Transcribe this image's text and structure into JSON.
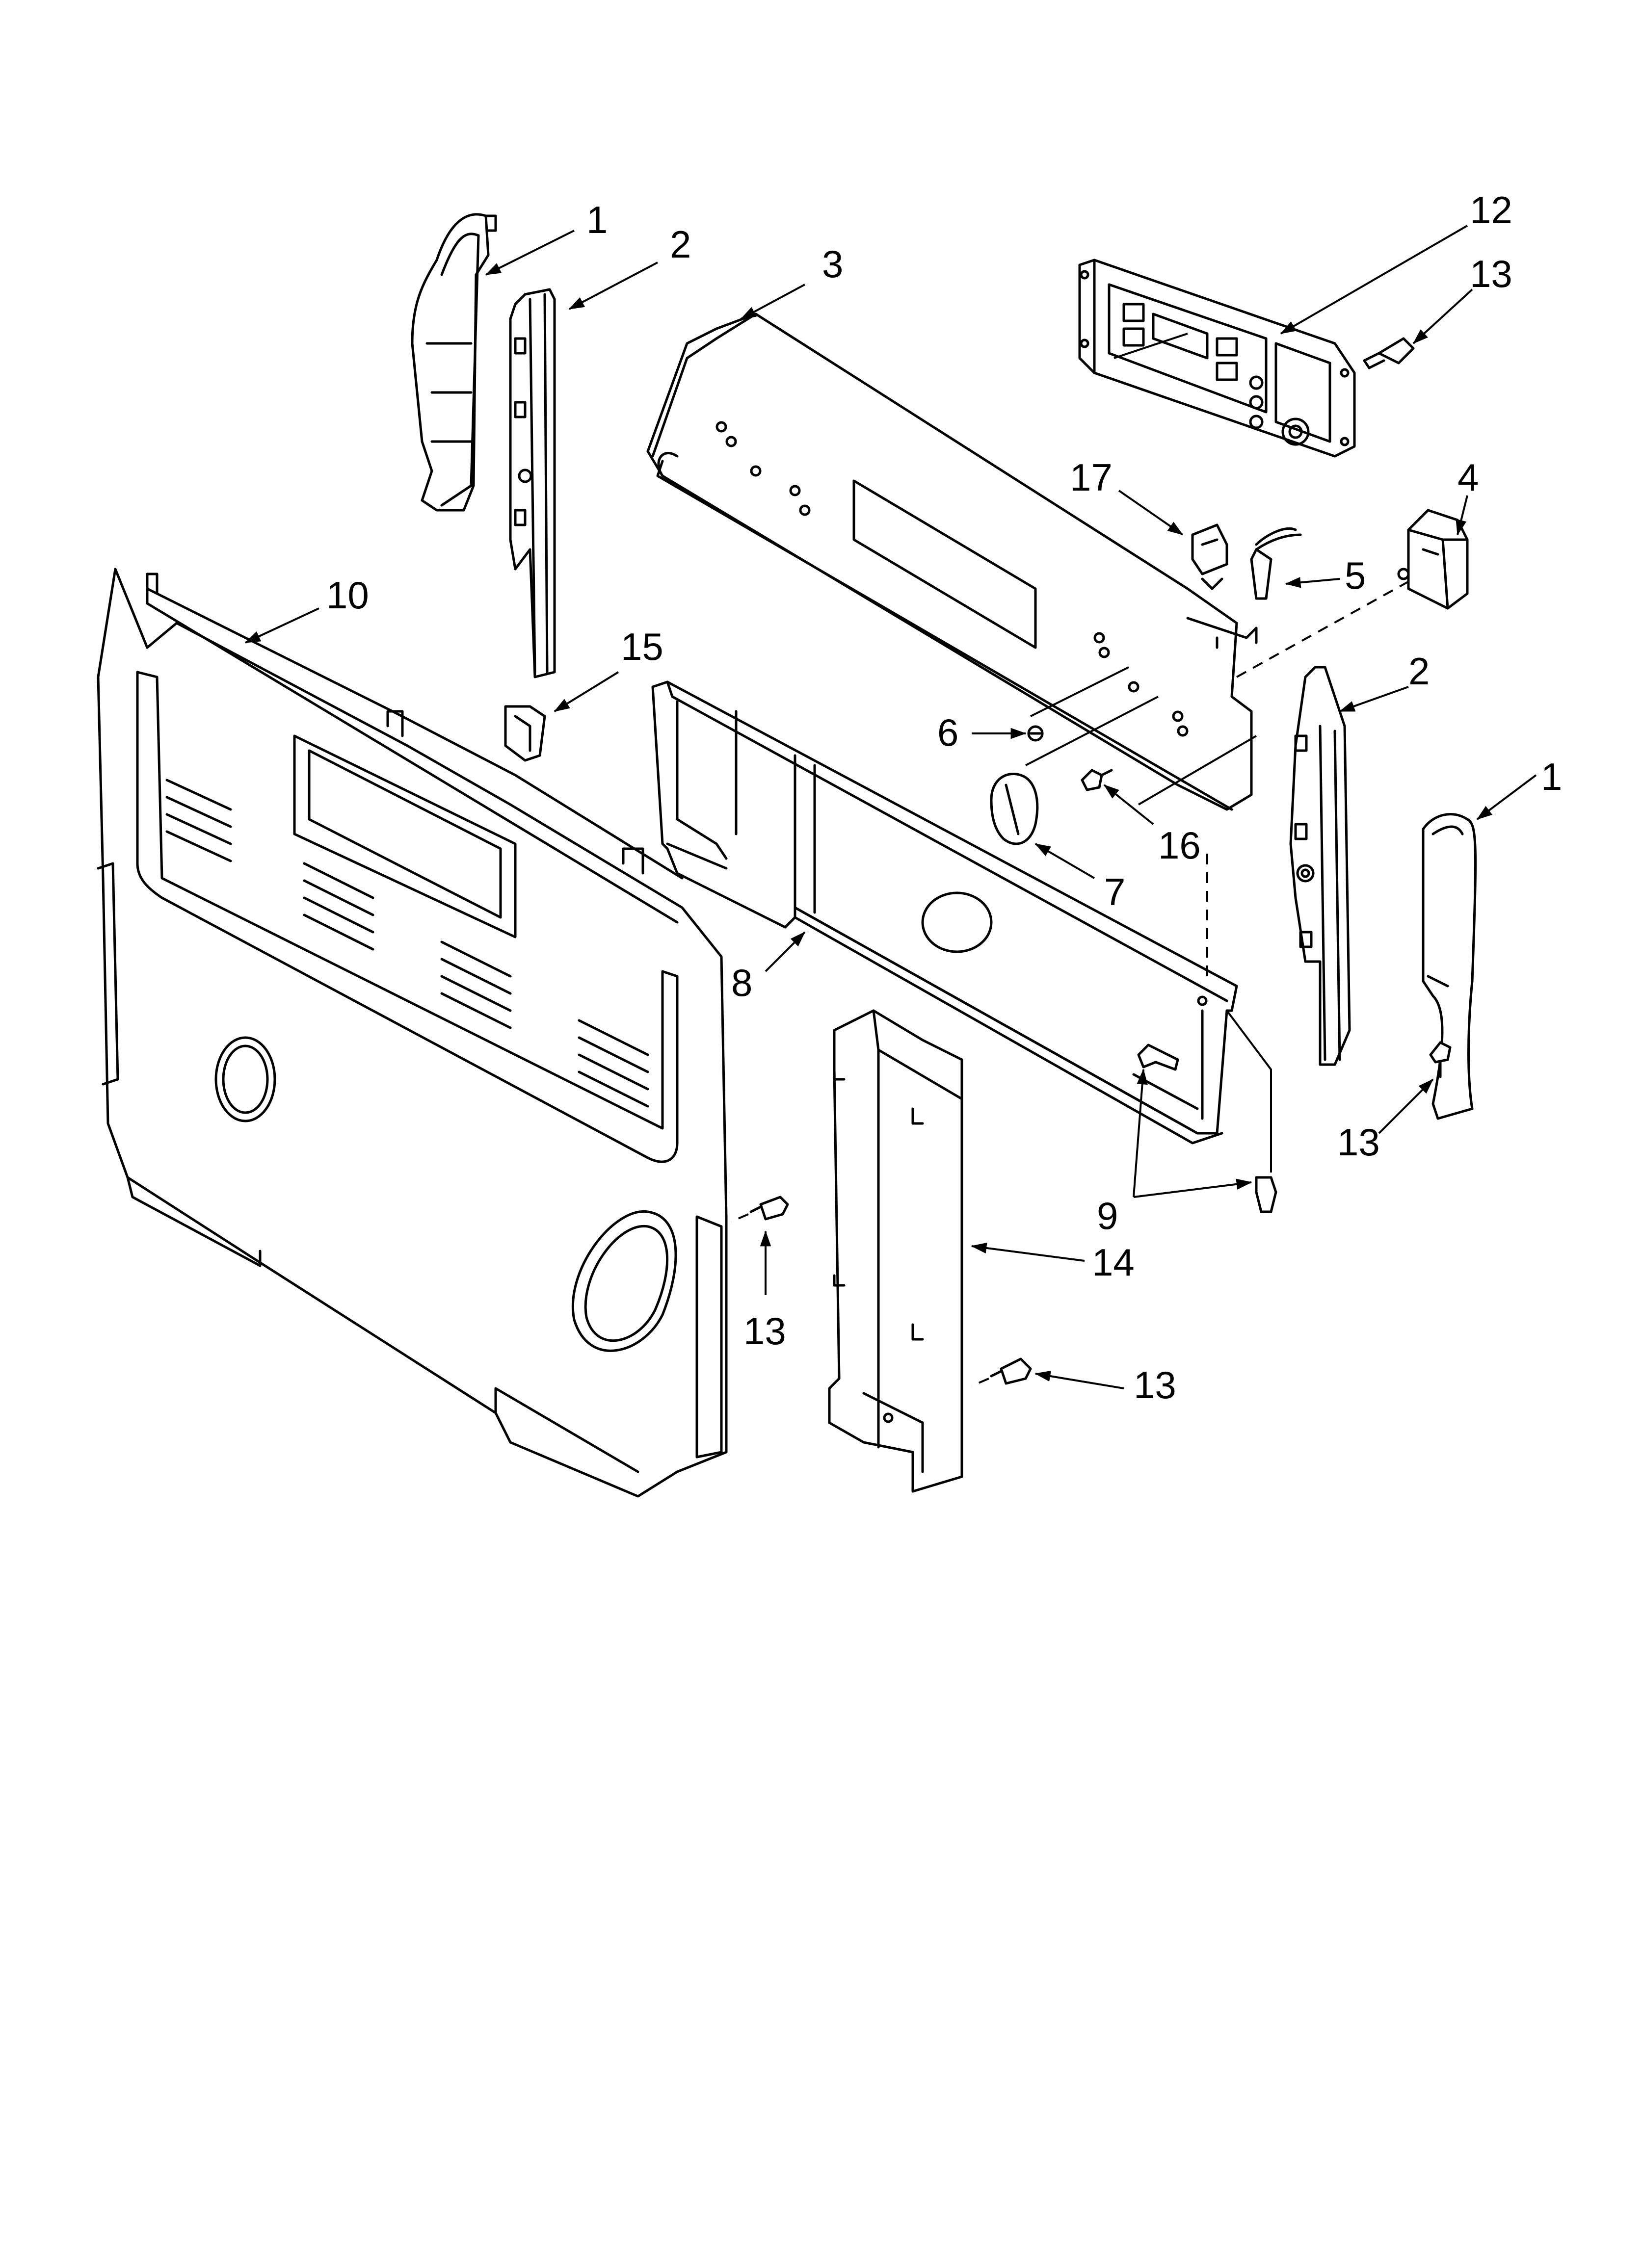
{
  "callouts": {
    "c1_left": "1",
    "c2_left": "2",
    "c3": "3",
    "c12": "12",
    "c13_top": "13",
    "c17": "17",
    "c4": "4",
    "c5": "5",
    "c10": "10",
    "c15": "15",
    "c2_right": "2",
    "c1_right": "1",
    "c6": "6",
    "c16": "16",
    "c7": "7",
    "c8": "8",
    "c13_right": "13",
    "c9": "9",
    "c14": "14",
    "c13_mid": "13",
    "c13_bottom": "13"
  }
}
